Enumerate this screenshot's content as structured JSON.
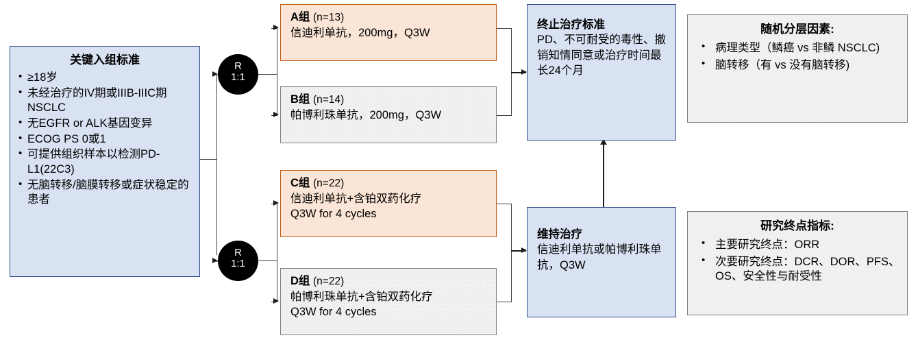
{
  "enrollment": {
    "title": "关键入组标准",
    "criteria": [
      "≥18岁",
      "未经治疗的IV期或IIIB-IIIC期NSCLC",
      "无EGFR or ALK基因变异",
      "ECOG PS 0或1",
      "可提供组织样本以检测PD-L1(22C3)",
      "无脑转移/脑膜转移或症状稳定的患者"
    ]
  },
  "randomization": {
    "label": "R",
    "ratio": "1:1"
  },
  "arms": [
    {
      "id": "A",
      "name": "A组",
      "n": "(n=13)",
      "regimen": "信迪利单抗，200mg，Q3W",
      "schedule": "",
      "color": "#FBE5D6"
    },
    {
      "id": "B",
      "name": "B组",
      "n": "(n=14)",
      "regimen": "帕博利珠单抗，200mg，Q3W",
      "schedule": "",
      "color": "#EFEFEF"
    },
    {
      "id": "C",
      "name": "C组",
      "n": "(n=22)",
      "regimen": "信迪利单抗+含铂双药化疗",
      "schedule": "Q3W for 4 cycles",
      "color": "#FBE5D6"
    },
    {
      "id": "D",
      "name": "D组",
      "n": "(n=22)",
      "regimen": "帕博利珠单抗+含铂双药化疗",
      "schedule": "Q3W for 4 cycles",
      "color": "#EFEFEF"
    }
  ],
  "termination": {
    "title": "终止治疗标准",
    "body": "PD、不可耐受的毒性、撤销知情同意或治疗时间最长24个月"
  },
  "maintenance": {
    "title": "维持治疗",
    "body": "信迪利单抗或帕博利珠单抗，Q3W"
  },
  "stratification": {
    "title": "随机分层因素:",
    "items": [
      "病理类型（鳞癌 vs 非鳞 NSCLC)",
      "脑转移（有 vs 没有脑转移)"
    ]
  },
  "endpoints": {
    "title": "研究终点指标:",
    "items": [
      "主要研究终点：ORR",
      "次要研究终点：DCR、DOR、PFS、OS、安全性与耐受性"
    ]
  },
  "colors": {
    "blue_fill": "#D9E2F3",
    "blue_border": "#2E4A8B",
    "orange_fill": "#FBE5D6",
    "orange_border": "#C55A11",
    "gray_fill": "#EFEFEF",
    "gray_border": "#808080",
    "randomization_circle": "#000000"
  }
}
